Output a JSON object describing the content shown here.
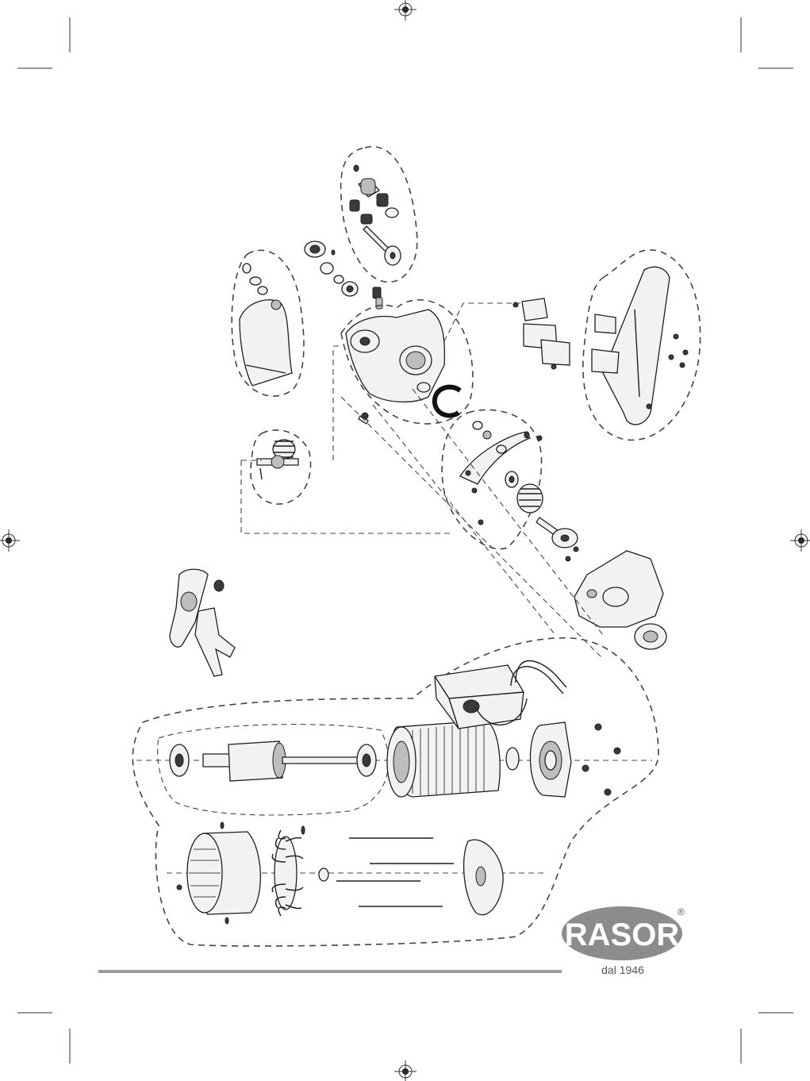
{
  "brand": {
    "name": "RASOR",
    "tagline": "dal 1946",
    "registered_mark": "®",
    "logo_color": "#8c8c8c",
    "logo_text_color": "#ffffff"
  },
  "icons": {
    "registration_mark_icon": "crosshair-circle",
    "crop_mark_icon": "corner-lines"
  }
}
